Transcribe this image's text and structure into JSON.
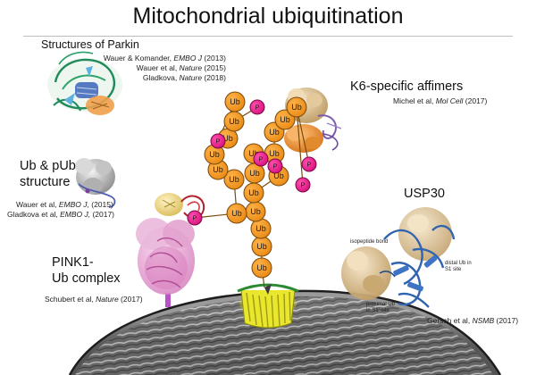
{
  "title": "Mitochondrial ubiquitination",
  "parkin": {
    "heading": "Structures of Parkin",
    "refs": [
      {
        "author": "Wauer & Komander, ",
        "journal": "EMBO J",
        "year": " (2013)"
      },
      {
        "author": "Wauer et al, ",
        "journal": "Nature",
        "year": " (2015)"
      },
      {
        "author": "Gladkova, ",
        "journal": "Nature",
        "year": " (2018)"
      }
    ]
  },
  "pub": {
    "heading_line1": "Ub & pUb",
    "heading_line2": "structure",
    "refs": [
      {
        "author": "Wauer et al, ",
        "journal": "EMBO J,",
        "year": " (2015)"
      },
      {
        "author": "Gladkova et al, ",
        "journal": "EMBO J,",
        "year": " (2017)"
      }
    ]
  },
  "pink1": {
    "heading_line1": "PINK1-",
    "heading_line2": "Ub complex",
    "ref": {
      "author": "Schubert et al, ",
      "journal": "Nature",
      "year": " (2017)"
    }
  },
  "affimers": {
    "heading": "K6-specific affimers",
    "ref": {
      "author": "Michel et al, ",
      "journal": "Mol Cell",
      "year": " (2017)"
    }
  },
  "usp30": {
    "heading": "USP30",
    "ref": {
      "author": "Gersch et al, ",
      "journal": "NSMB",
      "year": " (2017)"
    },
    "annotations": {
      "isopeptide": "isopeptide bond",
      "distal_line1": "distal Ub in",
      "distal_line2": "S1 site",
      "proximal_line1": "proximal Ub",
      "proximal_line2": "in S1' site"
    }
  },
  "chain": {
    "ub_label": "Ub",
    "p_label": "P",
    "ub_count": 19,
    "p_count": 7,
    "colors": {
      "ub": "#f0921e",
      "ub_stroke": "#7a4a0c",
      "p": "#e81c8c",
      "p_stroke": "#7a0a48"
    }
  },
  "colors": {
    "parkin_green": "#1f8a5a",
    "pub_grey": "#9a9a9a",
    "pink1_pink": "#e9a6d2",
    "pink1_yellow": "#f1dc8a",
    "pink1_red": "#b3202a",
    "affimer_orange": "#e8892a",
    "affimer_tan": "#d8b88a",
    "affimer_purple": "#7d5cae",
    "usp30_blue": "#2f64b0",
    "usp30_tan": "#d9c09a",
    "tom_yellow": "#e8e62a",
    "membrane_grey": "#4a4a4a"
  }
}
